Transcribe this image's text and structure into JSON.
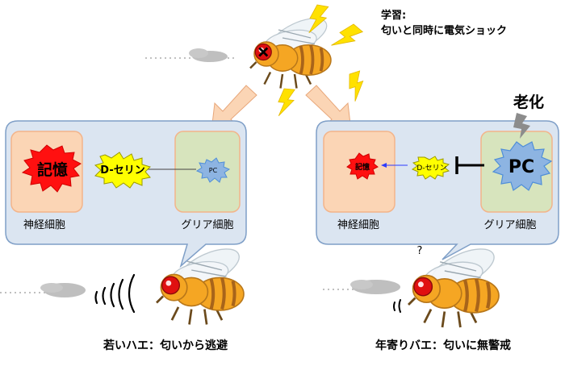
{
  "learning": {
    "title": "学習:",
    "subtitle": "匂いと同時に電気ショック"
  },
  "young": {
    "memory": "記憶",
    "dserine": "D-セリン",
    "pc": "PC",
    "neuron": "神経細胞",
    "glia": "グリア細胞",
    "caption": "若いハエ：匂いから逃避"
  },
  "old": {
    "aging": "老化",
    "memory": "記憶",
    "dserine": "D-セリン",
    "pc": "PC",
    "neuron": "神経細胞",
    "glia": "グリア細胞",
    "question": "?",
    "caption": "年寄りバエ：匂いに無警戒"
  },
  "colors": {
    "panel_fill": "#dbe5f1",
    "panel_stroke": "#7f9fc7",
    "neuron_fill": "#fbd5b5",
    "neuron_stroke": "#f3b48a",
    "glia_fill": "#d7e4bd",
    "glia_stroke": "#f3b48a",
    "memory_red": "#ff1010",
    "dserine_yellow": "#ffff00",
    "pc_blue": "#4f8ed8",
    "fly_body": "#f5a623",
    "fly_eye": "#e01010",
    "lightning": "#ffe100",
    "arrow_fill": "#fbd5b5"
  },
  "icons": [
    "fly-icon",
    "lightning-icon",
    "cloud-icon",
    "sound-wave-icon",
    "inhibition-icon"
  ]
}
